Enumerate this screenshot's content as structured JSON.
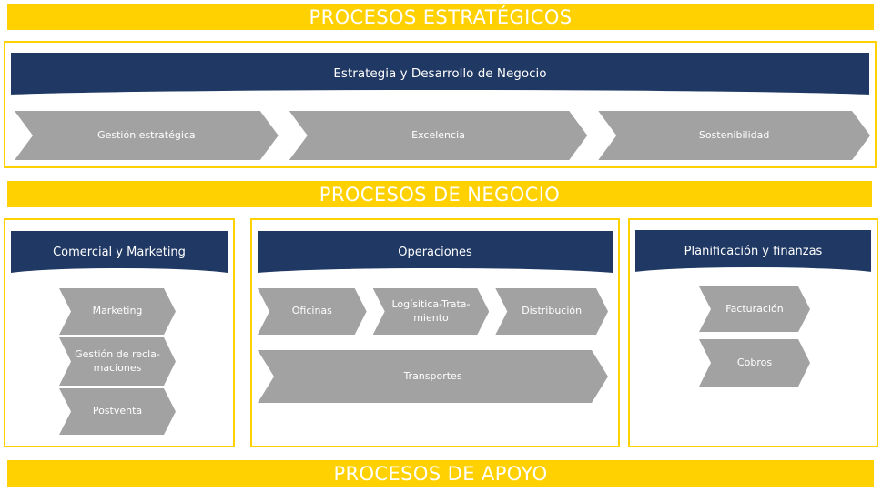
{
  "banners": {
    "estrategicos": "PROCESOS ESTRATÉGICOS",
    "negocio": "PROCESOS DE NEGOCIO",
    "apoyo": "PROCESOS DE APOYO"
  },
  "strategic": {
    "header": "Estrategia y Desarrollo de Negocio",
    "arrows": [
      "Gestión estratégica",
      "Excelencia",
      "Sostenibilidad"
    ]
  },
  "columns": [
    {
      "header": "Comercial y Marketing",
      "arrows": [
        "Marketing",
        "Gestión de recla-\nmaciones",
        "Postventa"
      ]
    },
    {
      "header": "Operaciones",
      "arrows": [
        "Oficinas",
        "Logísitica-Trata-\nmiento",
        "Distribución"
      ],
      "wide_arrow": "Transportes"
    },
    {
      "header": "Planificación y finanzas",
      "arrows": [
        "Facturación",
        "Cobros"
      ]
    }
  ],
  "colors": {
    "yellow": "#FFD100",
    "dark_blue": "#1F3864",
    "gray": "#A2A2A2",
    "text": "#FFFFFF"
  }
}
